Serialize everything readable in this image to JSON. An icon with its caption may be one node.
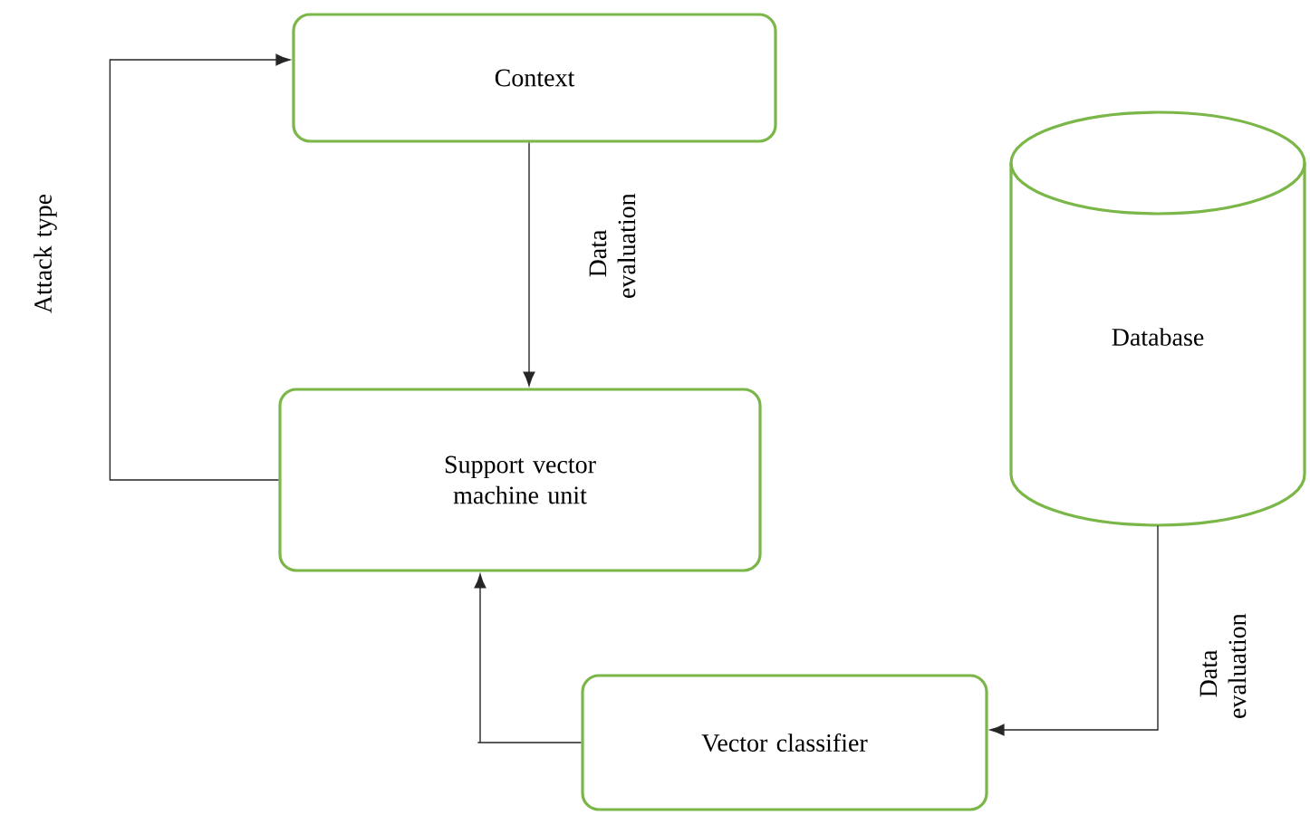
{
  "diagram": {
    "nodes": [
      {
        "text": [
          "Context"
        ]
      },
      {
        "text": [
          "Support vector machine unit"
        ]
      },
      {
        "text": [
          "Database"
        ]
      },
      {
        "text": [
          "Vector classifier"
        ]
      }
    ],
    "edges": [
      {
        "from": 1,
        "to": 0,
        "arrow": "to",
        "label": "Attack type"
      },
      {
        "from": 0,
        "to": 1,
        "arrow": "to",
        "label": "Data evaluation"
      },
      {
        "from": 2,
        "to": 3,
        "arrow": "to",
        "label": "Data evaluation"
      },
      {
        "from": 3,
        "to": 1,
        "arrow": "to"
      }
    ]
  }
}
